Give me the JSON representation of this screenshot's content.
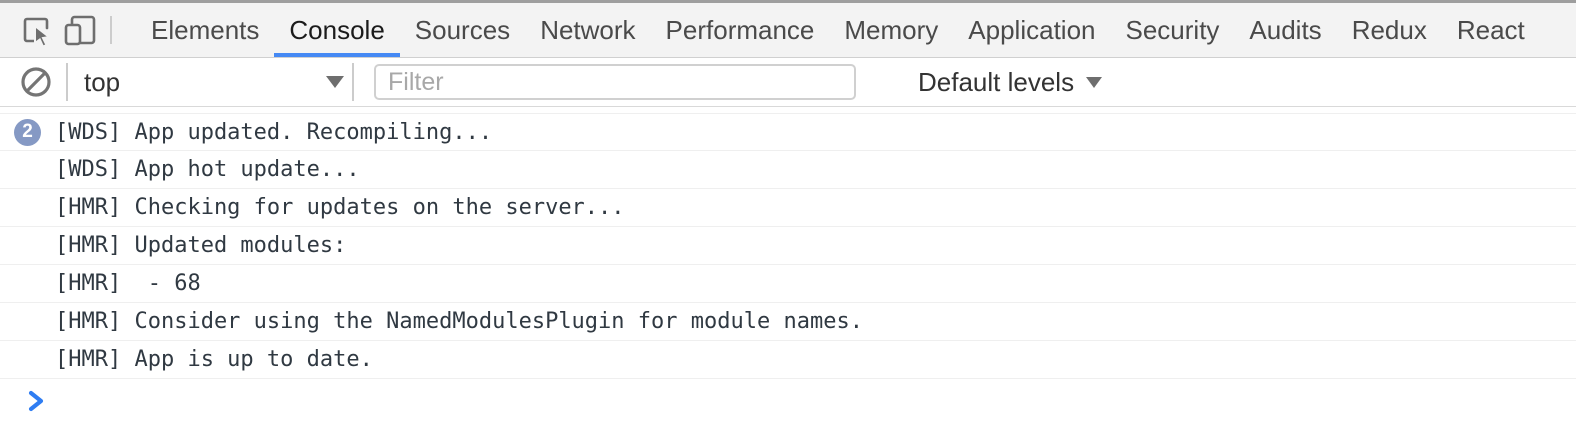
{
  "tabs_bar": {
    "icons": [
      {
        "name": "inspect-icon"
      },
      {
        "name": "device-toolbar-icon"
      }
    ],
    "tabs": [
      {
        "label": "Elements",
        "active": false
      },
      {
        "label": "Console",
        "active": true
      },
      {
        "label": "Sources",
        "active": false
      },
      {
        "label": "Network",
        "active": false
      },
      {
        "label": "Performance",
        "active": false
      },
      {
        "label": "Memory",
        "active": false
      },
      {
        "label": "Application",
        "active": false
      },
      {
        "label": "Security",
        "active": false
      },
      {
        "label": "Audits",
        "active": false
      },
      {
        "label": "Redux",
        "active": false
      },
      {
        "label": "React",
        "active": false
      }
    ]
  },
  "console_toolbar": {
    "clear_icon": "block-circle-icon",
    "context_selector": {
      "value": "top"
    },
    "filter": {
      "placeholder": "Filter",
      "value": ""
    },
    "levels_dropdown": {
      "label": "Default levels"
    }
  },
  "console": {
    "messages": [
      {
        "badge": "2",
        "text": "[WDS] App updated. Recompiling..."
      },
      {
        "text": "[WDS] App hot update..."
      },
      {
        "text": "[HMR] Checking for updates on the server..."
      },
      {
        "text": "[HMR] Updated modules:"
      },
      {
        "text": "[HMR]  - 68"
      },
      {
        "text": "[HMR] Consider using the NamedModulesPlugin for module names."
      },
      {
        "text": "[HMR] App is up to date."
      }
    ],
    "prompt_chevron": ">"
  },
  "colors": {
    "active_tab_underline": "#4589f4",
    "repeat_badge": "#8599c4",
    "prompt_chevron_blue": "#2f7df2",
    "console_text": "#303942",
    "toolbar_bg": "#f3f3f3",
    "row_separator": "#efefef"
  }
}
